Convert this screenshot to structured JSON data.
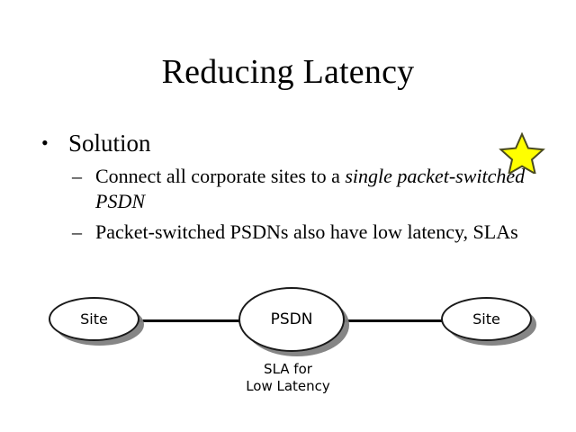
{
  "slide": {
    "title": "Reducing Latency",
    "background_color": "#ffffff",
    "text_color": "#000000"
  },
  "bullets": {
    "level1": {
      "marker": "•",
      "text": "Solution"
    },
    "level2": [
      {
        "marker": "–",
        "text_plain": "Connect all corporate sites to a ",
        "text_italic": "single packet-switched PSDN"
      },
      {
        "marker": "–",
        "text_plain": "Packet-switched PSDNs also have low latency, SLAs",
        "text_italic": ""
      }
    ]
  },
  "decoration": {
    "star": {
      "name": "star-icon",
      "fill_color": "#FFFF00",
      "stroke_color": "#4a4a20"
    }
  },
  "diagram": {
    "nodes": [
      {
        "id": "site-left",
        "label": "Site"
      },
      {
        "id": "psdn",
        "label": "PSDN"
      },
      {
        "id": "site-right",
        "label": "Site"
      }
    ],
    "links": [
      {
        "from": "site-left",
        "to": "psdn"
      },
      {
        "from": "psdn",
        "to": "site-right"
      }
    ],
    "caption_line1": "SLA for",
    "caption_line2": "Low Latency",
    "node_border_color": "#1a1a1a",
    "node_fill_color": "#ffffff",
    "shadow_color": "#808080",
    "link_color": "#000000"
  }
}
